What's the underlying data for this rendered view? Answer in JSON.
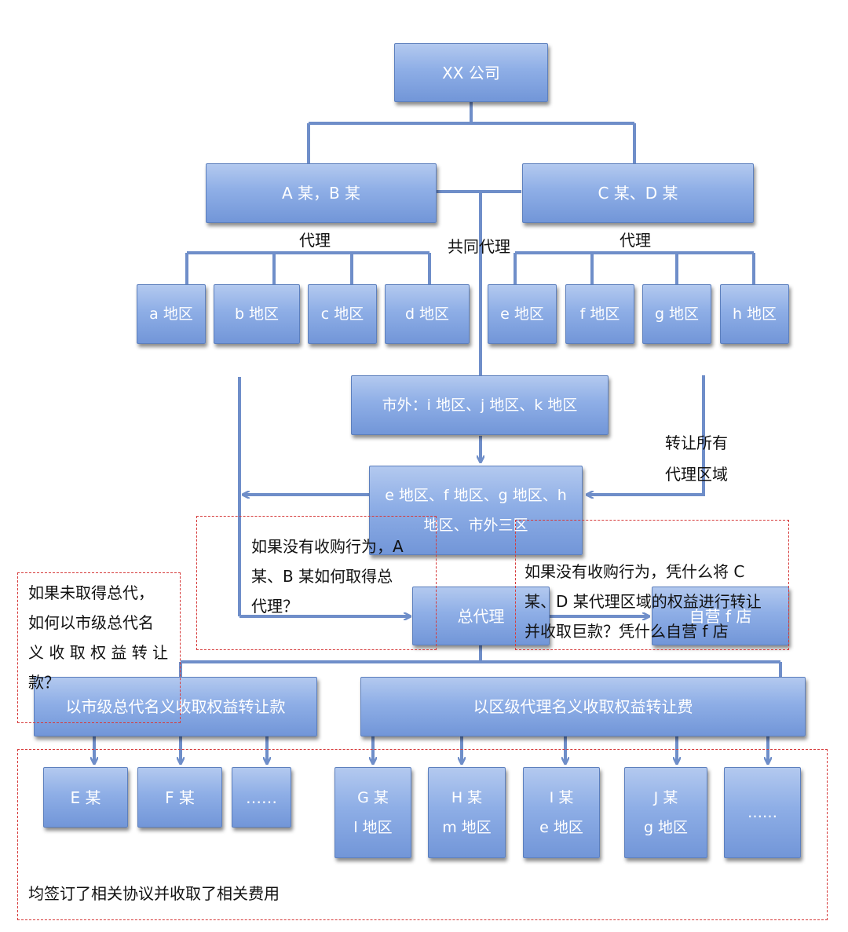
{
  "boxes": {
    "xx_company": "XX 公司",
    "ab": "A 某，B 某",
    "cd": "C 某、D 某",
    "region_a": "a 地区",
    "region_b": "b 地区",
    "region_c": "c 地区",
    "region_d": "d 地区",
    "region_e": "e 地区",
    "region_f": "f 地区",
    "region_g": "g 地区",
    "region_h": "h 地区",
    "outer_city": "市外：i 地区、j 地区、k 地区",
    "three_zones_line1": "e 地区、f 地区、g 地区、h",
    "three_zones_line2": "地区、市外三区",
    "general_agent": "总代理",
    "self_store": "自营 f 店",
    "city_fee": "以市级总代名义收取权益转让款",
    "district_fee": "以区级代理名义收取权益转让费",
    "e_person": "E 某",
    "f_person": "F 某",
    "left_more": "……",
    "g_person": "G 某",
    "g_region": "l 地区",
    "h_person": "H 某",
    "h_region": "m 地区",
    "i_person": "I 某",
    "i_region": "e 地区",
    "j_person": "J 某",
    "j_region": "g 地区",
    "right_more": "……"
  },
  "labels": {
    "agent_left": "代理",
    "joint_agent": "共同代理",
    "agent_right": "代理",
    "transfer_line1": "转让所有",
    "transfer_line2": "代理区域"
  },
  "notes": {
    "left": [
      "如果未取得总代，",
      "如何以市级总代名",
      "义 收 取 权 益 转 让",
      "款？"
    ],
    "center": [
      "如果没有收购行为，A",
      "某、B 某如何取得总",
      "代理？"
    ],
    "right": [
      "如果没有收购行为，凭什么将 C",
      "某、D 某代理区域的权益进行转让",
      "并收取巨款？凭什么自营 f 店"
    ],
    "bottom": "均签订了相关协议并收取了相关费用"
  },
  "colors": {
    "box_fill": "#8eaee6",
    "connector": "#6f8ec9",
    "dash_border": "#d63a3a"
  }
}
